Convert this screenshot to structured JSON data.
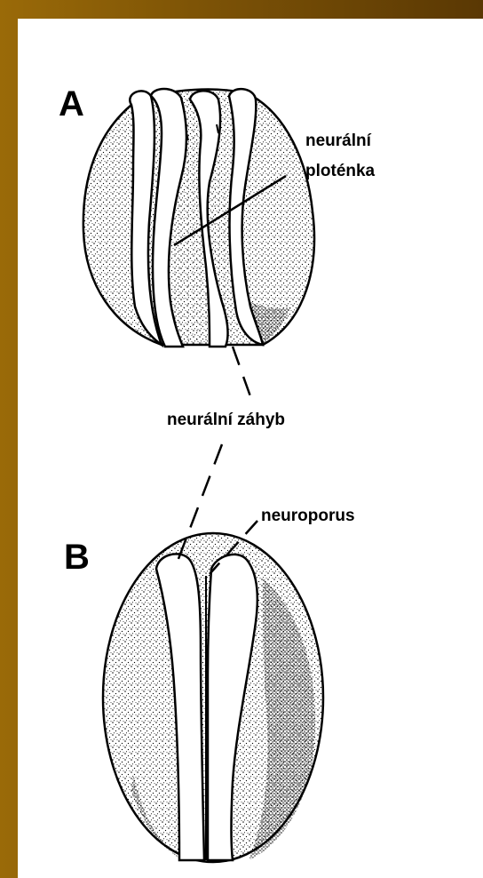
{
  "panel_labels": {
    "a": "A",
    "b": "B"
  },
  "annotations": {
    "neural_plate_line1": "neurální",
    "neural_plate_line2": "ploténka",
    "neural_fold": "neurální záhyb",
    "neuroporus": "neuroporus"
  },
  "colors": {
    "frame": "#8a5c06",
    "background": "#ffffff",
    "ink": "#000000"
  }
}
